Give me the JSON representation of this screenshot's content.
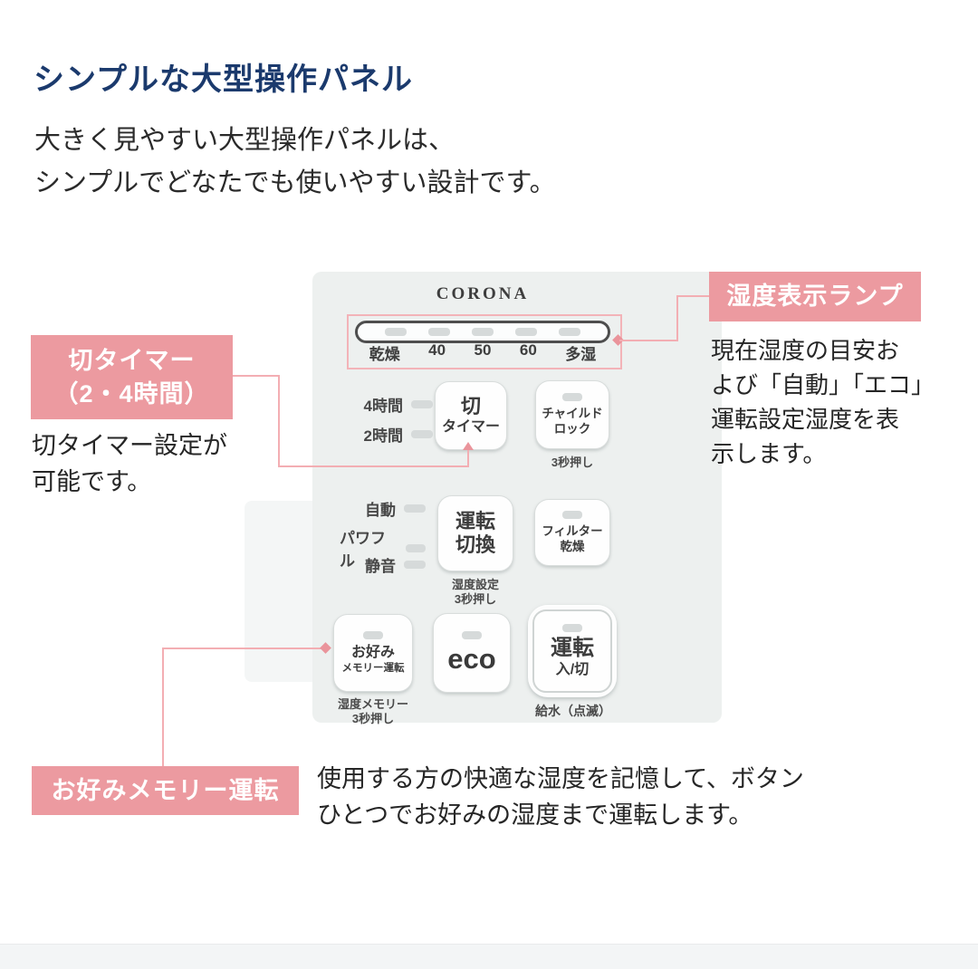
{
  "page": {
    "heading": "シンプルな大型操作パネル",
    "intro_lines": [
      "大きく見やすい大型操作パネルは、",
      "シンプルでどなたでも使いやすい設計です。"
    ]
  },
  "panel": {
    "brand": "CORONA",
    "humidity_display": {
      "labels": [
        "乾燥",
        "40",
        "50",
        "60",
        "多湿"
      ]
    },
    "timer_leds": [
      "4時間",
      "2時間"
    ],
    "mode_leds": [
      "自動",
      "パワフル",
      "静音"
    ],
    "buttons": {
      "off_timer": {
        "line1": "切",
        "line2": "タイマー"
      },
      "child_lock": {
        "line1": "チャイルド",
        "line2": "ロック",
        "note": "3秒押し"
      },
      "mode_switch": {
        "line1": "運転",
        "line2": "切換",
        "note_line1": "湿度設定",
        "note_line2": "3秒押し"
      },
      "filter_dry": {
        "line1": "フィルター",
        "line2": "乾燥"
      },
      "memory": {
        "line1": "お好み",
        "line2": "メモリー運転",
        "note_line1": "湿度メモリー",
        "note_line2": "3秒押し"
      },
      "eco": {
        "label": "eco"
      },
      "power": {
        "line1": "運転",
        "line2": "入/切",
        "note": "給水（点滅）"
      }
    }
  },
  "callouts": {
    "off_timer": {
      "title_lines": [
        "切タイマー",
        "（2・4時間）"
      ],
      "desc_lines": [
        "切タイマー設定が",
        "可能です。"
      ]
    },
    "humidity_lamp": {
      "title": "湿度表示ランプ",
      "desc_lines": [
        "現在湿度の目安お",
        "よび「自動」「エコ」",
        "運転設定湿度を表",
        "示します。"
      ]
    },
    "memory": {
      "title": "お好みメモリー運転",
      "desc_lines": [
        "使用する方の快適な湿度を記憶して、ボタン",
        "ひとつでお好みの湿度まで運転します。"
      ]
    }
  },
  "colors": {
    "accent_pink": "#ec9aa0",
    "connector_pink": "#f3aeb3",
    "heading_navy": "#1b3a6d",
    "panel_gray": "#edf0ef"
  }
}
